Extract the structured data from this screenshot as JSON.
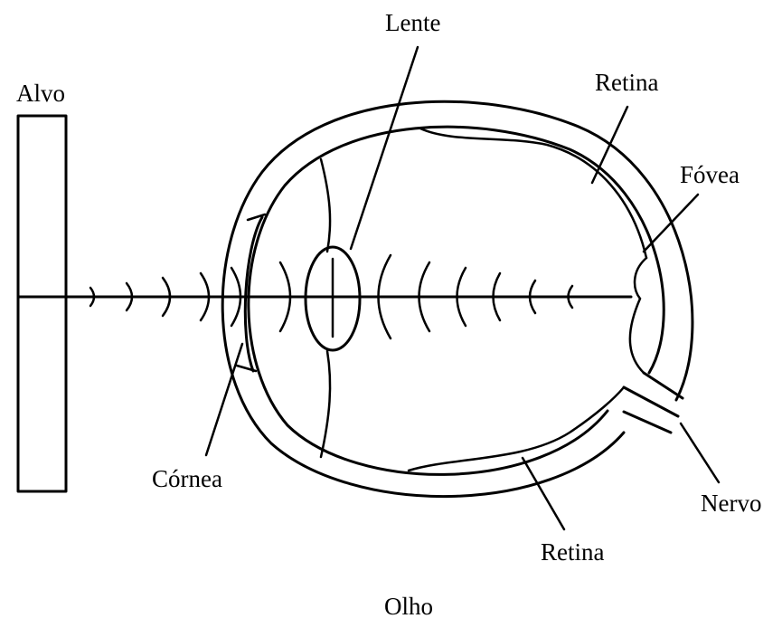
{
  "labels": {
    "alvo": "Alvo",
    "lente": "Lente",
    "retina_top": "Retina",
    "fovea": "Fóvea",
    "cornea": "Córnea",
    "nervo": "Nervo",
    "retina_bottom": "Retina",
    "caption": "Olho"
  }
}
